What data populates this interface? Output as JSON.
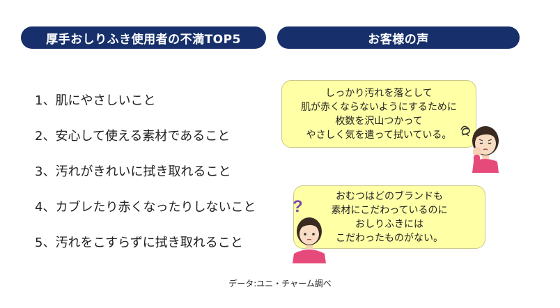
{
  "left_panel": {
    "title": "厚手おしりふき使用者の不満TOP5",
    "items": [
      "1、肌にやさしいこと",
      "2、安心して使える素材であること",
      "3、汚れがきれいに拭き取れること",
      "4、カブレたり赤くなったりしないこと",
      "5、汚れをこすらずに拭き取れること"
    ]
  },
  "right_panel": {
    "title": "お客様の声",
    "voices": [
      {
        "lines": [
          "しっかり汚れを落として",
          "肌が赤くならないようにするために",
          "枚数を沢山つかって",
          "やさしく気を遣って拭いている。"
        ],
        "icon": "worried-woman-icon"
      },
      {
        "lines": [
          "おむつはどのブランドも",
          "素材にこだわっているのに",
          "おしりふきには",
          "こだわったものがない。"
        ],
        "icon": "questioning-woman-icon"
      }
    ]
  },
  "source": "データ:ユニ・チャーム調べ",
  "colors": {
    "header_bg": "#17306b",
    "header_text": "#ffffff",
    "bubble_bg": "#ffffa6"
  }
}
